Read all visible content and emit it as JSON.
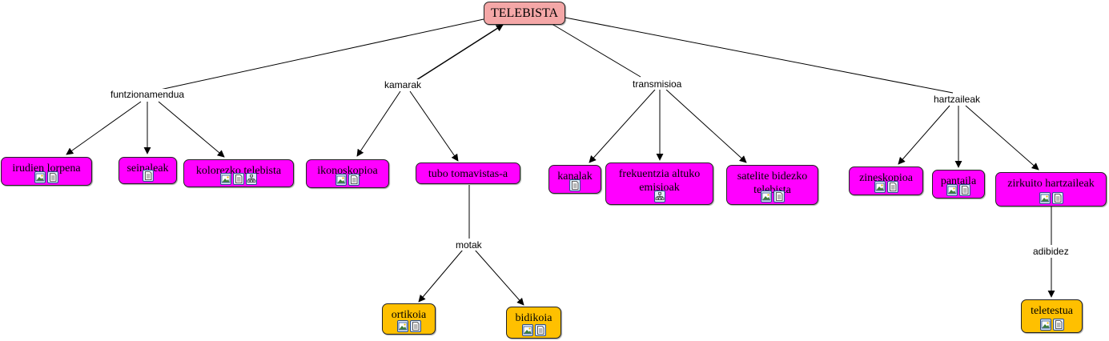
{
  "colors": {
    "root": "#f4a7a7",
    "concept": "#ff00ff",
    "example": "#ffc000",
    "icon_border": "#2a4e8e"
  },
  "root": {
    "label": "TELEBISTA"
  },
  "links": {
    "funtzionamendua": "funtzionamendua",
    "kamarak": "kamarak",
    "transmisioa": "transmisioa",
    "hartzaileak": "hartzaileak",
    "motak": "motak",
    "adibidez": "adibidez"
  },
  "concepts": {
    "irudien_lorpena": {
      "label": "irudien lorpena",
      "icons": [
        "image-icon",
        "document-icon"
      ]
    },
    "seinaleak": {
      "label": "seinaleak",
      "icons": [
        "document-icon"
      ]
    },
    "kolorezko_telebista": {
      "label": "kolorezko telebista",
      "icons": [
        "image-icon",
        "document-icon",
        "concept-map-icon"
      ]
    },
    "ikonoskopioa": {
      "label": "ikonoskopioa",
      "icons": [
        "image-icon",
        "document-icon"
      ]
    },
    "tubo_tomavistas": {
      "label": "tubo tomavistas-a",
      "icons": []
    },
    "kanalak": {
      "label": "kanalak",
      "icons": [
        "document-icon"
      ]
    },
    "frekuentzia": {
      "label": "frekuentzia altuko emisioak",
      "icons": [
        "concept-map-icon"
      ]
    },
    "satelite": {
      "label": "satelite bidezko telebista",
      "icons": [
        "image-icon",
        "document-icon"
      ]
    },
    "zineskopioa": {
      "label": "zineskopioa",
      "icons": [
        "image-icon",
        "document-icon"
      ]
    },
    "pantaila": {
      "label": "pantaila",
      "icons": [
        "image-icon",
        "document-icon"
      ]
    },
    "zirkuito": {
      "label": "zirkuito hartzaileak",
      "icons": [
        "image-icon",
        "document-icon"
      ]
    },
    "ortikoia": {
      "label": "ortikoia",
      "icons": [
        "image-icon",
        "document-icon"
      ]
    },
    "bidikoia": {
      "label": "bidikoia",
      "icons": [
        "image-icon",
        "document-icon"
      ]
    },
    "teletestua": {
      "label": "teletestua",
      "icons": [
        "image-icon",
        "document-icon"
      ]
    }
  }
}
